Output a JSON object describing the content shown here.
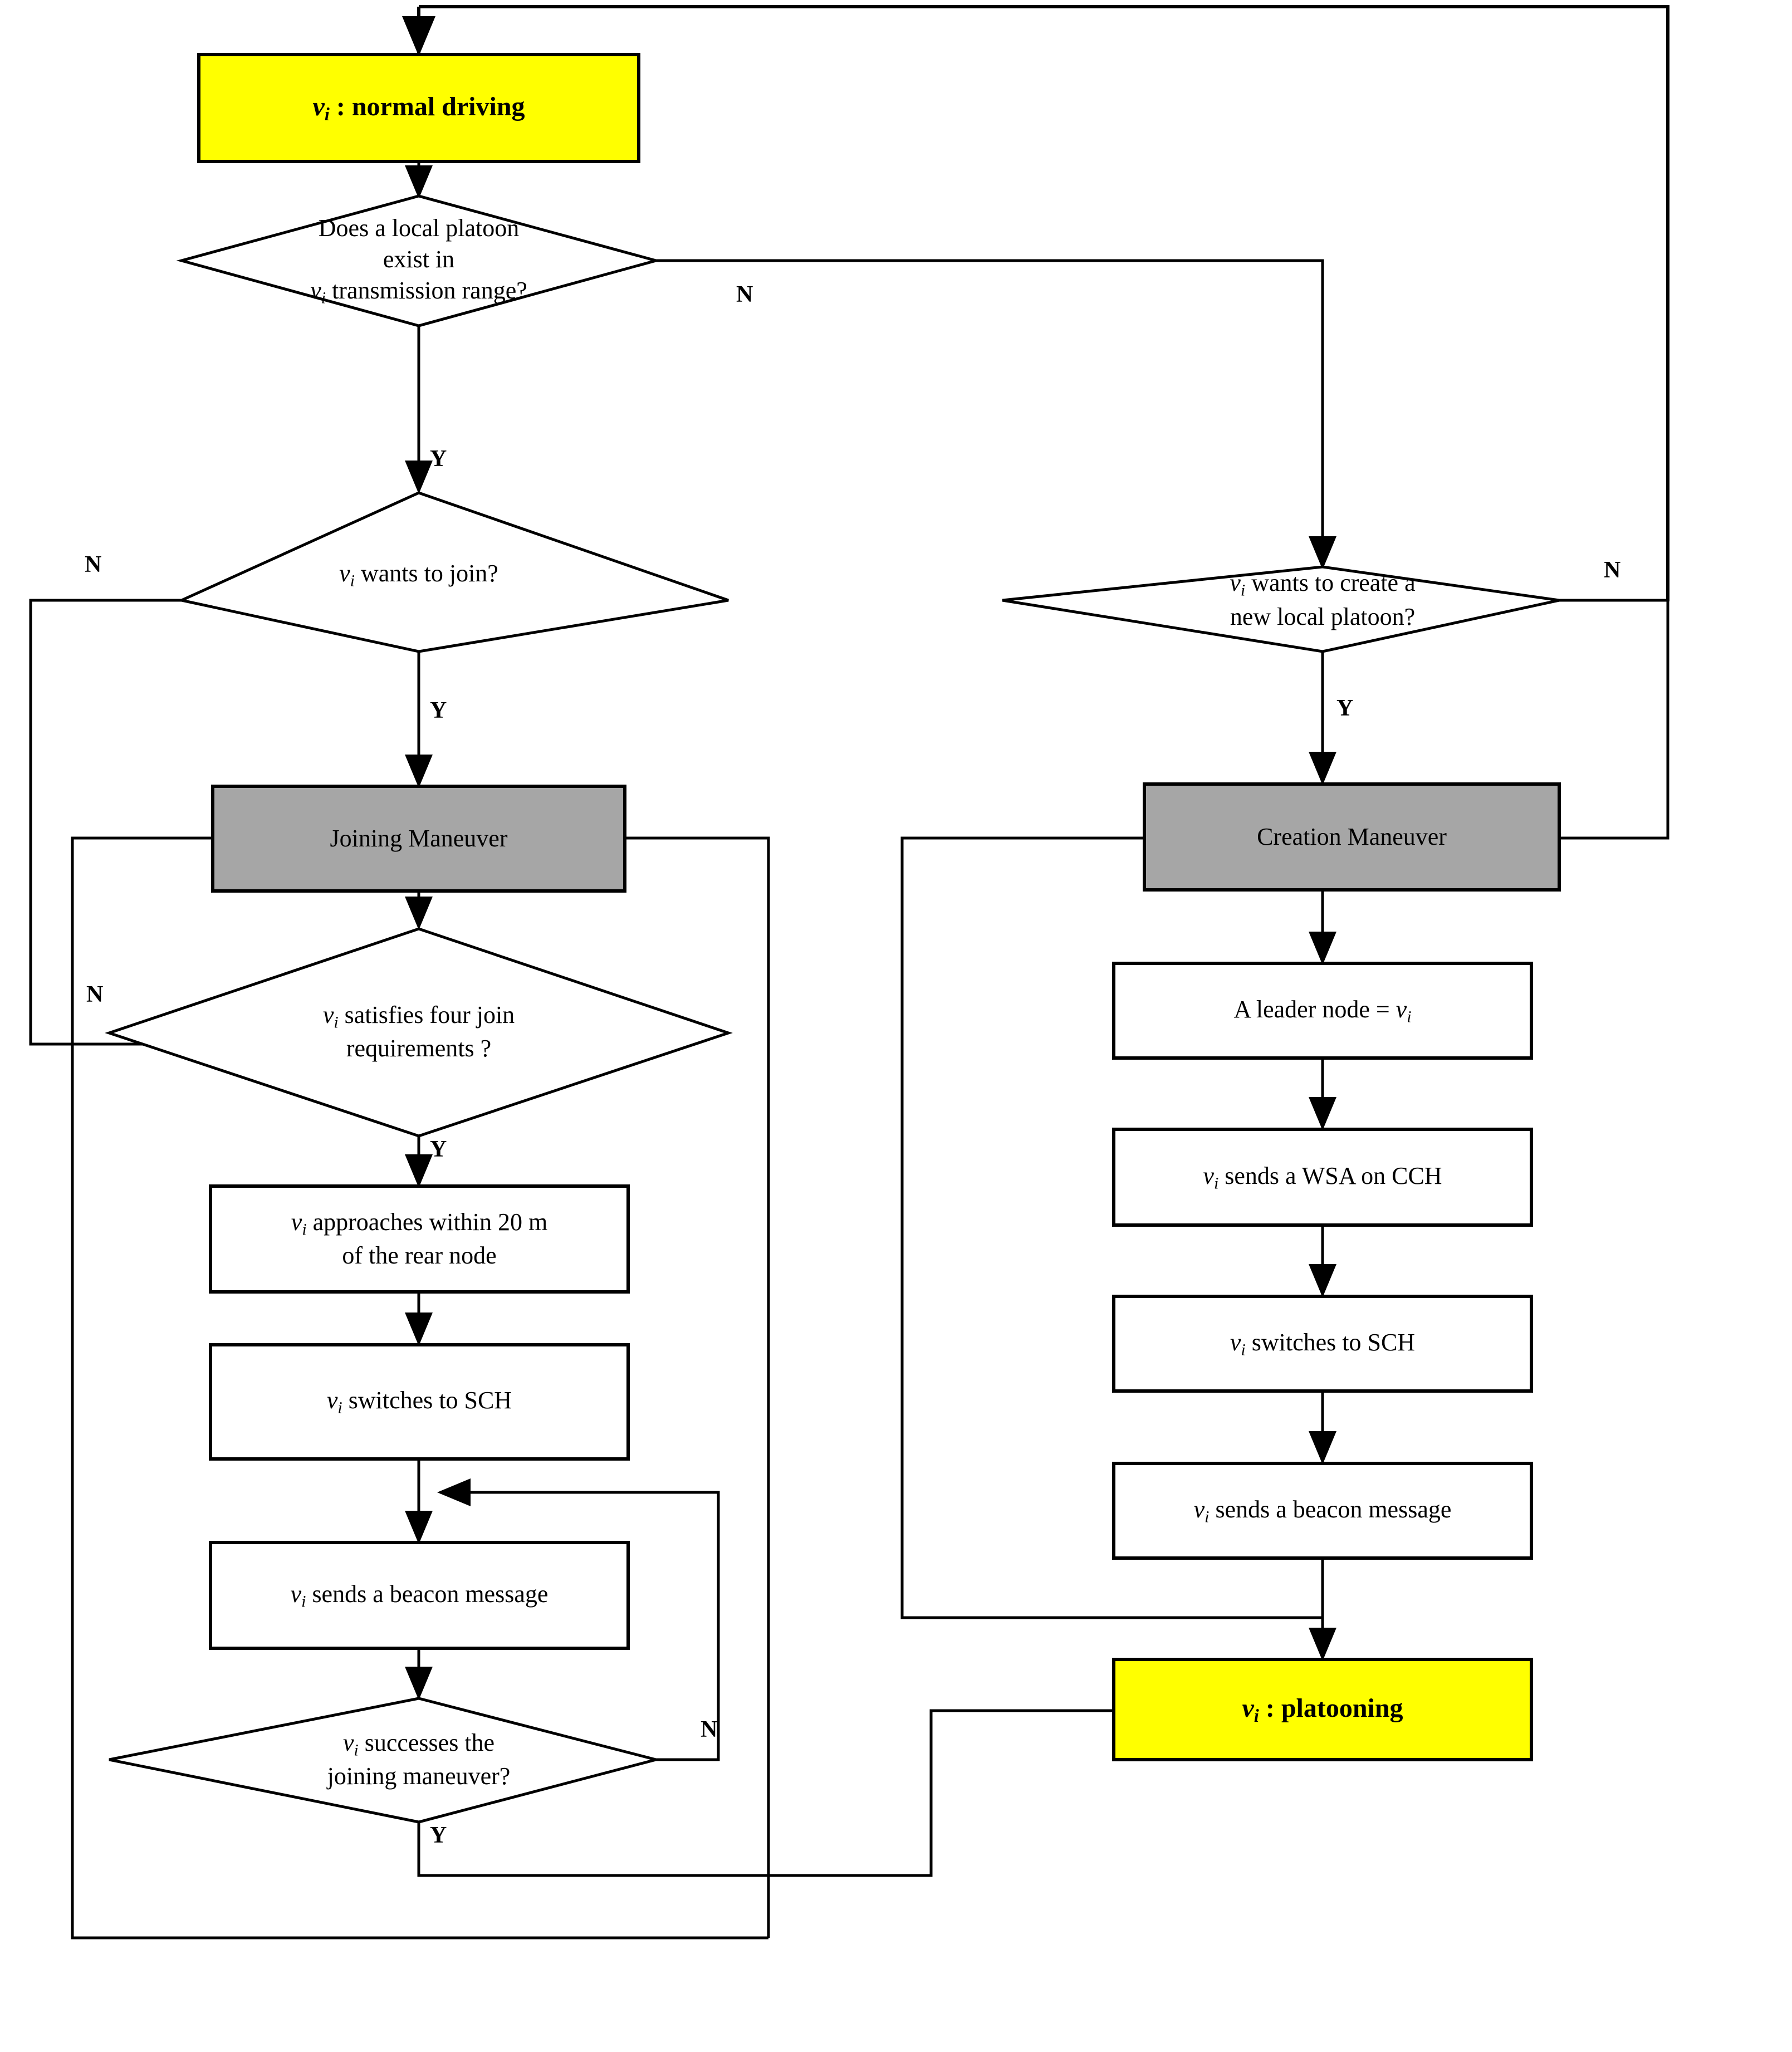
{
  "diagram": {
    "title": "Platoon joining and creation maneuver flowchart",
    "colors": {
      "terminator_fill": "#FFFF00",
      "maneuver_fill": "#A6A6A6",
      "process_fill": "#FFFFFF",
      "stroke": "#000000",
      "background": "#FFFFFF"
    },
    "nodes": {
      "normal_driving": {
        "label": "v",
        "sub": "i",
        "rest": " : normal driving",
        "shape": "terminator",
        "fill": "#FFFF00"
      },
      "platoon_exists": {
        "line1": "Does a local platoon",
        "line2": "exist in",
        "line3_var": "v",
        "line3_sub": "i",
        "line3_rest": " transmission range?",
        "shape": "decision"
      },
      "wants_join": {
        "var": "v",
        "sub": "i",
        "rest": " wants to join?",
        "shape": "decision"
      },
      "wants_create": {
        "line1_var": "v",
        "line1_sub": "i",
        "line1_rest": " wants to create a",
        "line2": "new local platoon?",
        "shape": "decision"
      },
      "joining_maneuver": {
        "label": "Joining Maneuver",
        "shape": "process",
        "fill": "#A6A6A6"
      },
      "creation_maneuver": {
        "label": "Creation Maneuver",
        "shape": "process",
        "fill": "#A6A6A6"
      },
      "four_requirements": {
        "line1_var": "v",
        "line1_sub": "i",
        "line1_rest": " satisfies four join",
        "line2": "requirements ?",
        "shape": "decision"
      },
      "approaches_20m": {
        "line1_var": "v",
        "line1_sub": "i",
        "line1_rest": " approaches within 20 m",
        "line2": "of the rear node",
        "shape": "process"
      },
      "left_switches_sch": {
        "var": "v",
        "sub": "i",
        "rest": " switches to SCH",
        "shape": "process"
      },
      "left_beacon": {
        "var": "v",
        "sub": "i",
        "rest": " sends a beacon message",
        "shape": "process"
      },
      "join_success": {
        "line1_var": "v",
        "line1_sub": "i",
        "line1_rest": " successes the",
        "line2": "joining maneuver?",
        "shape": "decision"
      },
      "leader_node": {
        "pre": "A leader node = ",
        "var": "v",
        "sub": "i",
        "shape": "process"
      },
      "wsa_cch": {
        "var": "v",
        "sub": "i",
        "rest": "  sends a WSA on CCH",
        "shape": "process"
      },
      "right_switches_sch": {
        "var": "v",
        "sub": "i",
        "rest": " switches to SCH",
        "shape": "process"
      },
      "right_beacon": {
        "var": "v",
        "sub": "i",
        "rest": " sends a beacon message",
        "shape": "process"
      },
      "platooning": {
        "label": "v",
        "sub": "i",
        "rest": " :  platooning",
        "shape": "terminator",
        "fill": "#FFFF00"
      }
    },
    "branch_labels": {
      "platoon_exists_no": "N",
      "platoon_exists_yes": "Y",
      "wants_join_no": "N",
      "wants_join_yes": "Y",
      "wants_create_no": "N",
      "wants_create_yes": "Y",
      "four_requirements_no": "N",
      "four_requirements_yes": "Y",
      "join_success_no": "N",
      "join_success_yes": "Y"
    }
  }
}
